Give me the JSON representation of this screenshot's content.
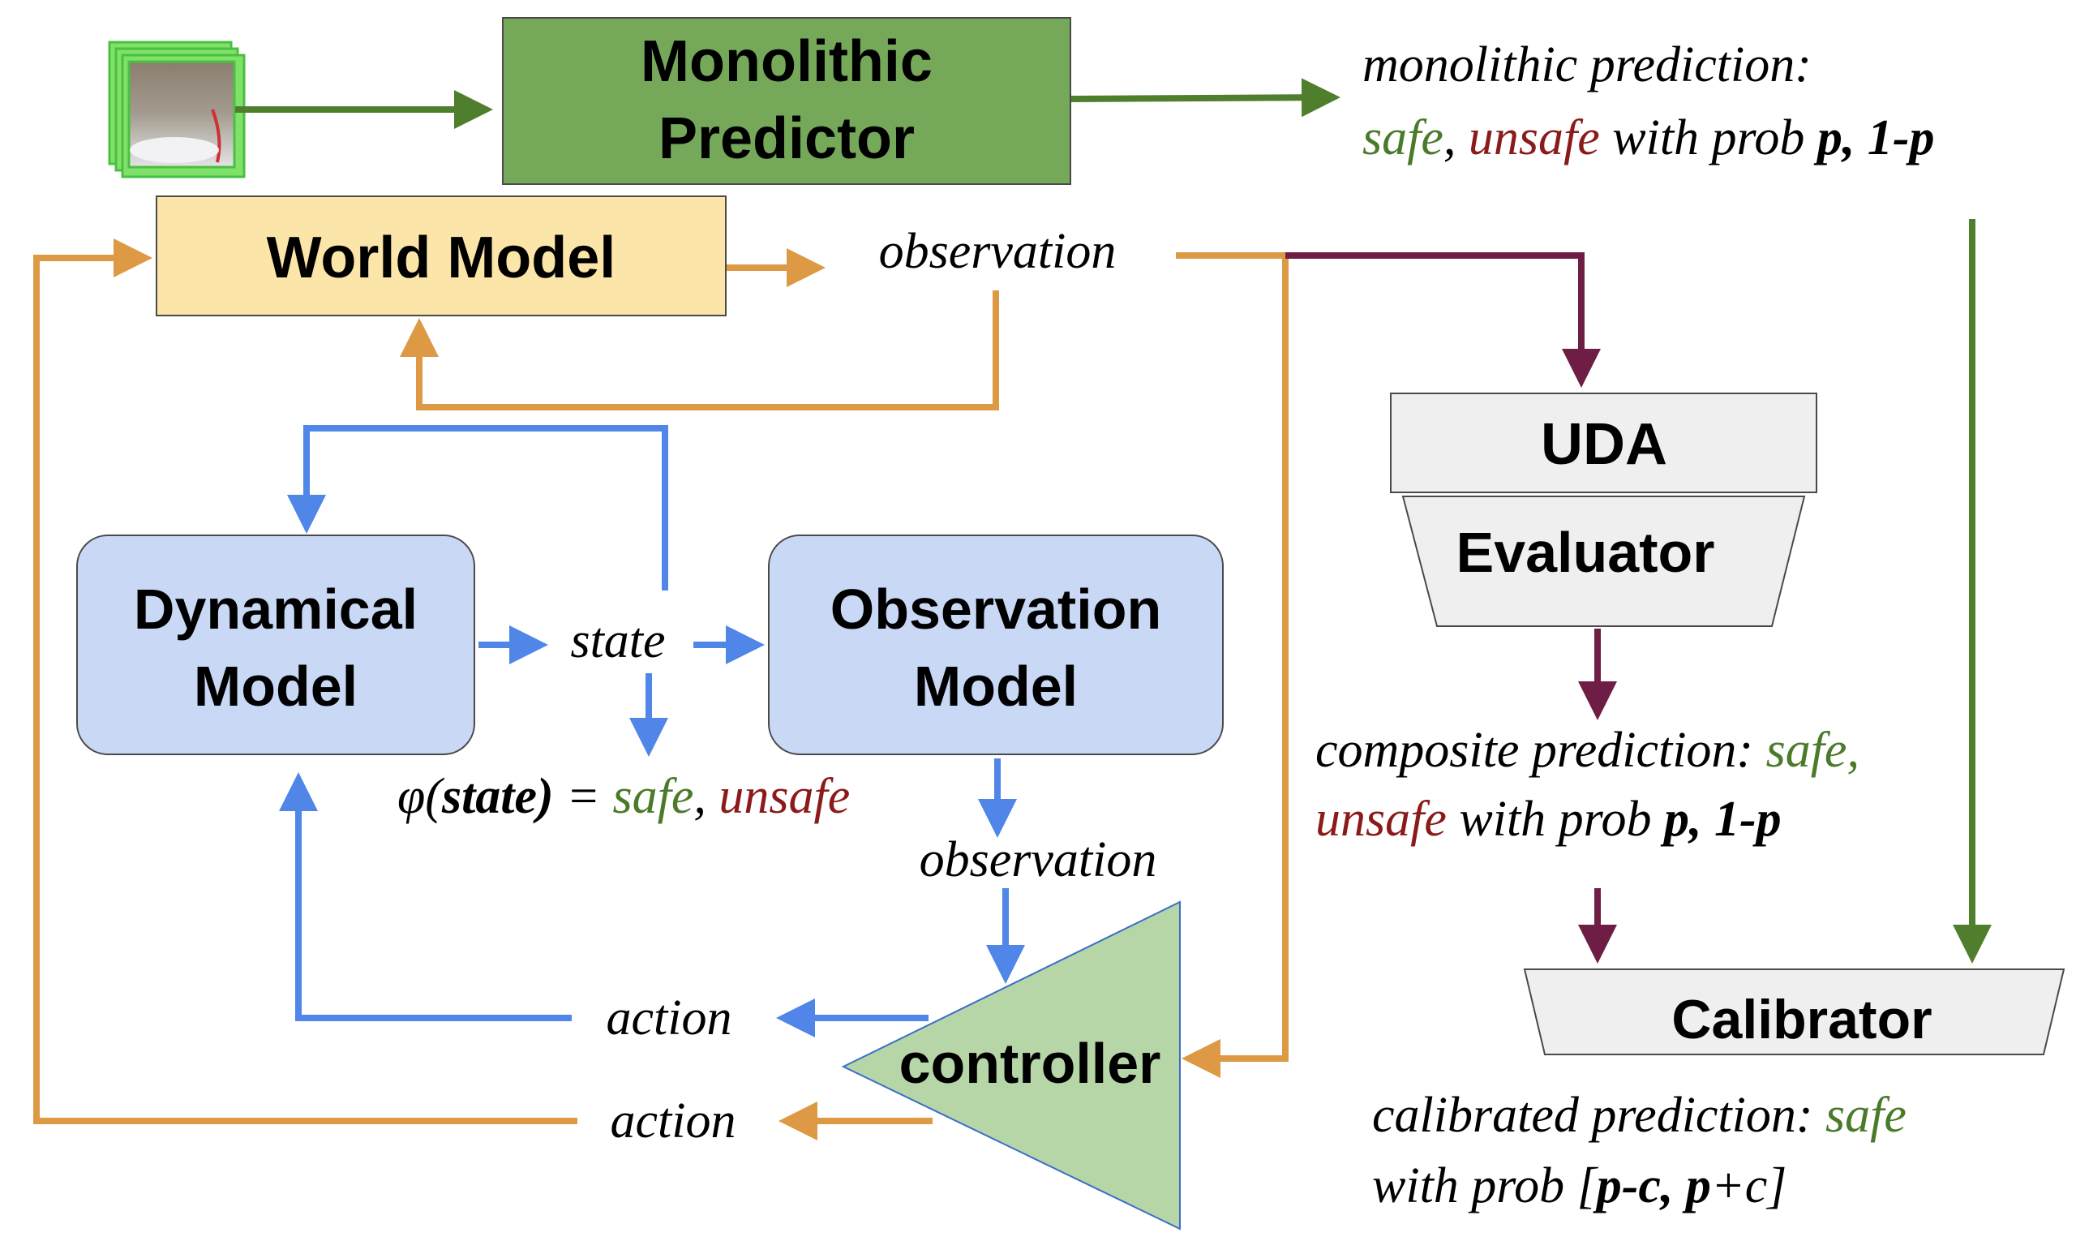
{
  "colors": {
    "green": "#4f7f2d",
    "green_fill": "#76a85a",
    "orange": "#dd9944",
    "blue": "#4f86e8",
    "maroon": "#6e1e44",
    "yellow_fill": "#fce5a8",
    "blue_fill": "#c9d8f5",
    "gray_fill": "#efefef",
    "controller_fill": "#b7d6a8",
    "safe_text": "#4a7a2a",
    "unsafe_text": "#8b1a1a"
  },
  "boxes": {
    "monolithic": {
      "line1": "Monolithic",
      "line2": "Predictor"
    },
    "world_model": "World Model",
    "dynamical": {
      "line1": "Dynamical",
      "line2": "Model"
    },
    "observation_model": {
      "line1": "Observation",
      "line2": "Model"
    },
    "uda": "UDA",
    "evaluator": "Evaluator",
    "calibrator": "Calibrator",
    "controller": "controller"
  },
  "labels": {
    "observation_top": "observation",
    "state": "state",
    "observation_mid": "observation",
    "action_blue": "action",
    "action_orange": "action",
    "phi_prefix": "φ(",
    "phi_state": "state)",
    "phi_eq": " = ",
    "phi_safe": "safe",
    "phi_comma": ", ",
    "phi_unsafe": "unsafe"
  },
  "monolithic_prediction": {
    "line1": "monolithic prediction:",
    "safe": "safe",
    "comma": ", ",
    "unsafe": "unsafe",
    "with_prob": " with prob ",
    "probs": "p, 1-p"
  },
  "composite_prediction": {
    "line1_text": "composite prediction: ",
    "safe": "safe,",
    "unsafe": "unsafe",
    "with_prob": " with prob ",
    "probs": "p, 1-p"
  },
  "calibrated_prediction": {
    "line1_text": "calibrated prediction:  ",
    "safe": "safe",
    "with_prob": "with prob [",
    "p_minus_c": "p-c, p",
    "plus_c": "+c",
    "close": "]"
  }
}
